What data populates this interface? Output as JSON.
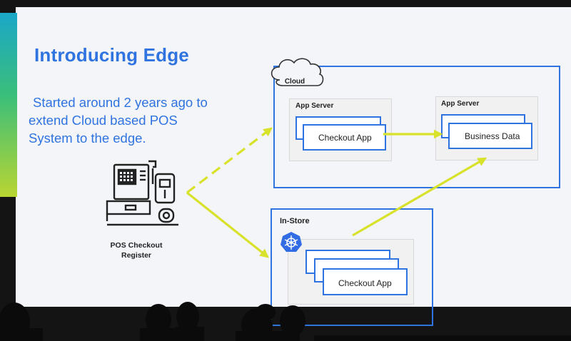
{
  "title": "Introducing Edge",
  "subtitle_lines": [
    "Started around 2 years ago to",
    "extend Cloud based POS",
    "System to the edge."
  ],
  "pos": {
    "line1": "POS Checkout",
    "line2": "Register"
  },
  "cloud": {
    "label": "Cloud",
    "left_server": {
      "label": "App Server",
      "app": "Checkout App"
    },
    "right_server": {
      "label": "App Server",
      "app": "Business Data"
    }
  },
  "instore": {
    "label": "In-Store",
    "app": "Checkout App"
  },
  "colors": {
    "title_blue": "#2f73e0",
    "box_blue": "#2f73e0",
    "arrow_yellow": "#d8e22a",
    "k8s_blue": "#326ce5"
  },
  "icons": [
    "cloud-icon",
    "kubernetes-icon",
    "pos-register-icon"
  ]
}
